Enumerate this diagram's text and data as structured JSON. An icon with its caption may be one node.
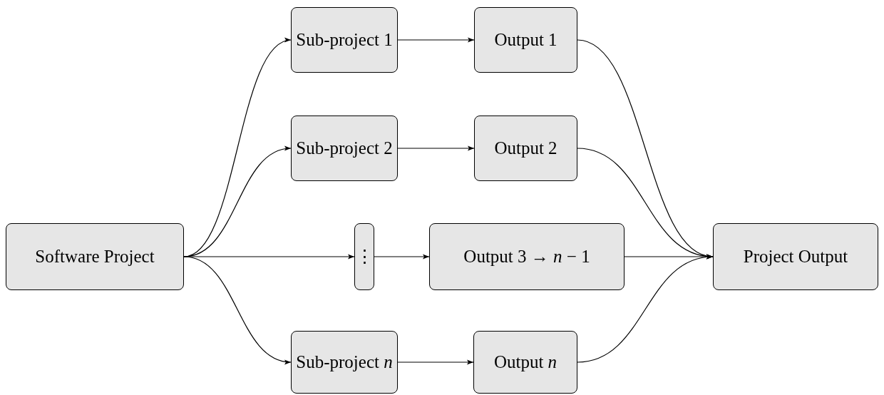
{
  "diagram": {
    "nodes": [
      {
        "text": [
          "Software Project"
        ]
      },
      {
        "text": [
          "Sub-project 1"
        ]
      },
      {
        "text": [
          "Output 1"
        ]
      },
      {
        "text": [
          "Sub-project 2"
        ]
      },
      {
        "text": [
          "Output 2"
        ]
      },
      {
        "text": [
          "⋮"
        ]
      },
      {
        "text": [
          "Output 3 → *n* − 1"
        ]
      },
      {
        "text": [
          "Project Output"
        ]
      },
      {
        "text": [
          "Sub-project *n*"
        ]
      },
      {
        "text": [
          "Output *n*"
        ]
      }
    ],
    "edges": [
      {
        "from": 0,
        "to": 1,
        "arrow": "to"
      },
      {
        "from": 0,
        "to": 3,
        "arrow": "to"
      },
      {
        "from": 0,
        "to": 5,
        "arrow": "to"
      },
      {
        "from": 0,
        "to": 8,
        "arrow": "to"
      },
      {
        "from": 1,
        "to": 2,
        "arrow": "to"
      },
      {
        "from": 3,
        "to": 4,
        "arrow": "to"
      },
      {
        "from": 5,
        "to": 6,
        "arrow": "to"
      },
      {
        "from": 8,
        "to": 9,
        "arrow": "to"
      },
      {
        "from": 2,
        "to": 7,
        "arrow": "to"
      },
      {
        "from": 4,
        "to": 7,
        "arrow": "to"
      },
      {
        "from": 6,
        "to": 7,
        "arrow": "to"
      },
      {
        "from": 9,
        "to": 7,
        "arrow": "to"
      }
    ]
  }
}
